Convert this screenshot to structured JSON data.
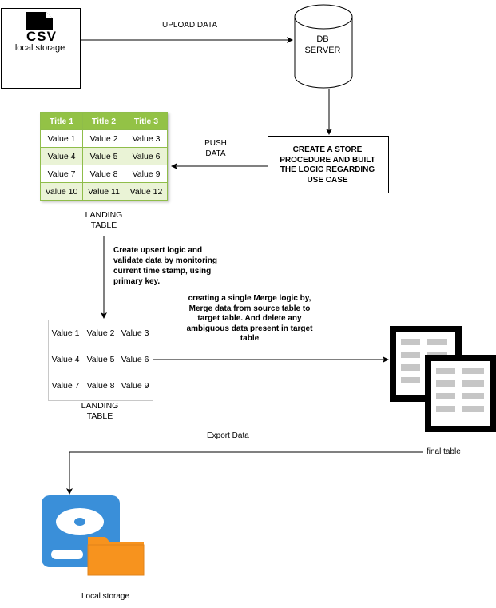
{
  "csv_box": {
    "icon_text": "CSV",
    "label": "local storage"
  },
  "db_server": {
    "line1": "DB",
    "line2": "SERVER"
  },
  "edges": {
    "upload": "UPLOAD DATA",
    "push_line1": "PUSH",
    "push_line2": "DATA",
    "upsert": [
      "Create upsert logic and",
      "validate data by monitoring",
      "current time stamp, using",
      "primary key."
    ],
    "merge": [
      "creating a single Merge logic by,",
      "Merge data from source table to",
      "target table. And delete any",
      "ambiguous data present in target",
      "table"
    ],
    "export": "Export Data",
    "final_table": "final table"
  },
  "procedure_box": [
    "CREATE A STORE",
    "PROCEDURE AND BUILT",
    "THE LOGIC REGARDING",
    "USE CASE"
  ],
  "landing_table_1": {
    "headers": [
      "Title 1",
      "Title 2",
      "Title 3"
    ],
    "rows": [
      [
        "Value 1",
        "Value 2",
        "Value 3"
      ],
      [
        "Value 4",
        "Value 5",
        "Value 6"
      ],
      [
        "Value 7",
        "Value 8",
        "Value 9"
      ],
      [
        "Value 10",
        "Value 11",
        "Value 12"
      ]
    ],
    "label_line1": "LANDING",
    "label_line2": "TABLE"
  },
  "landing_table_2": {
    "rows": [
      [
        "Value 1",
        "Value 2",
        "Value 3"
      ],
      [
        "Value 4",
        "Value 5",
        "Value 6"
      ],
      [
        "Value 7",
        "Value 8",
        "Value 9"
      ]
    ],
    "label_line1": "LANDING",
    "label_line2": "TABLE"
  },
  "local_storage": {
    "label": "Local storage"
  },
  "colors": {
    "table_header": "#93c246",
    "table_border": "#8fbd4a",
    "table_alt_row": "#eaf3d6",
    "storage_blue": "#3a8fd9",
    "storage_orange": "#f7931e"
  }
}
